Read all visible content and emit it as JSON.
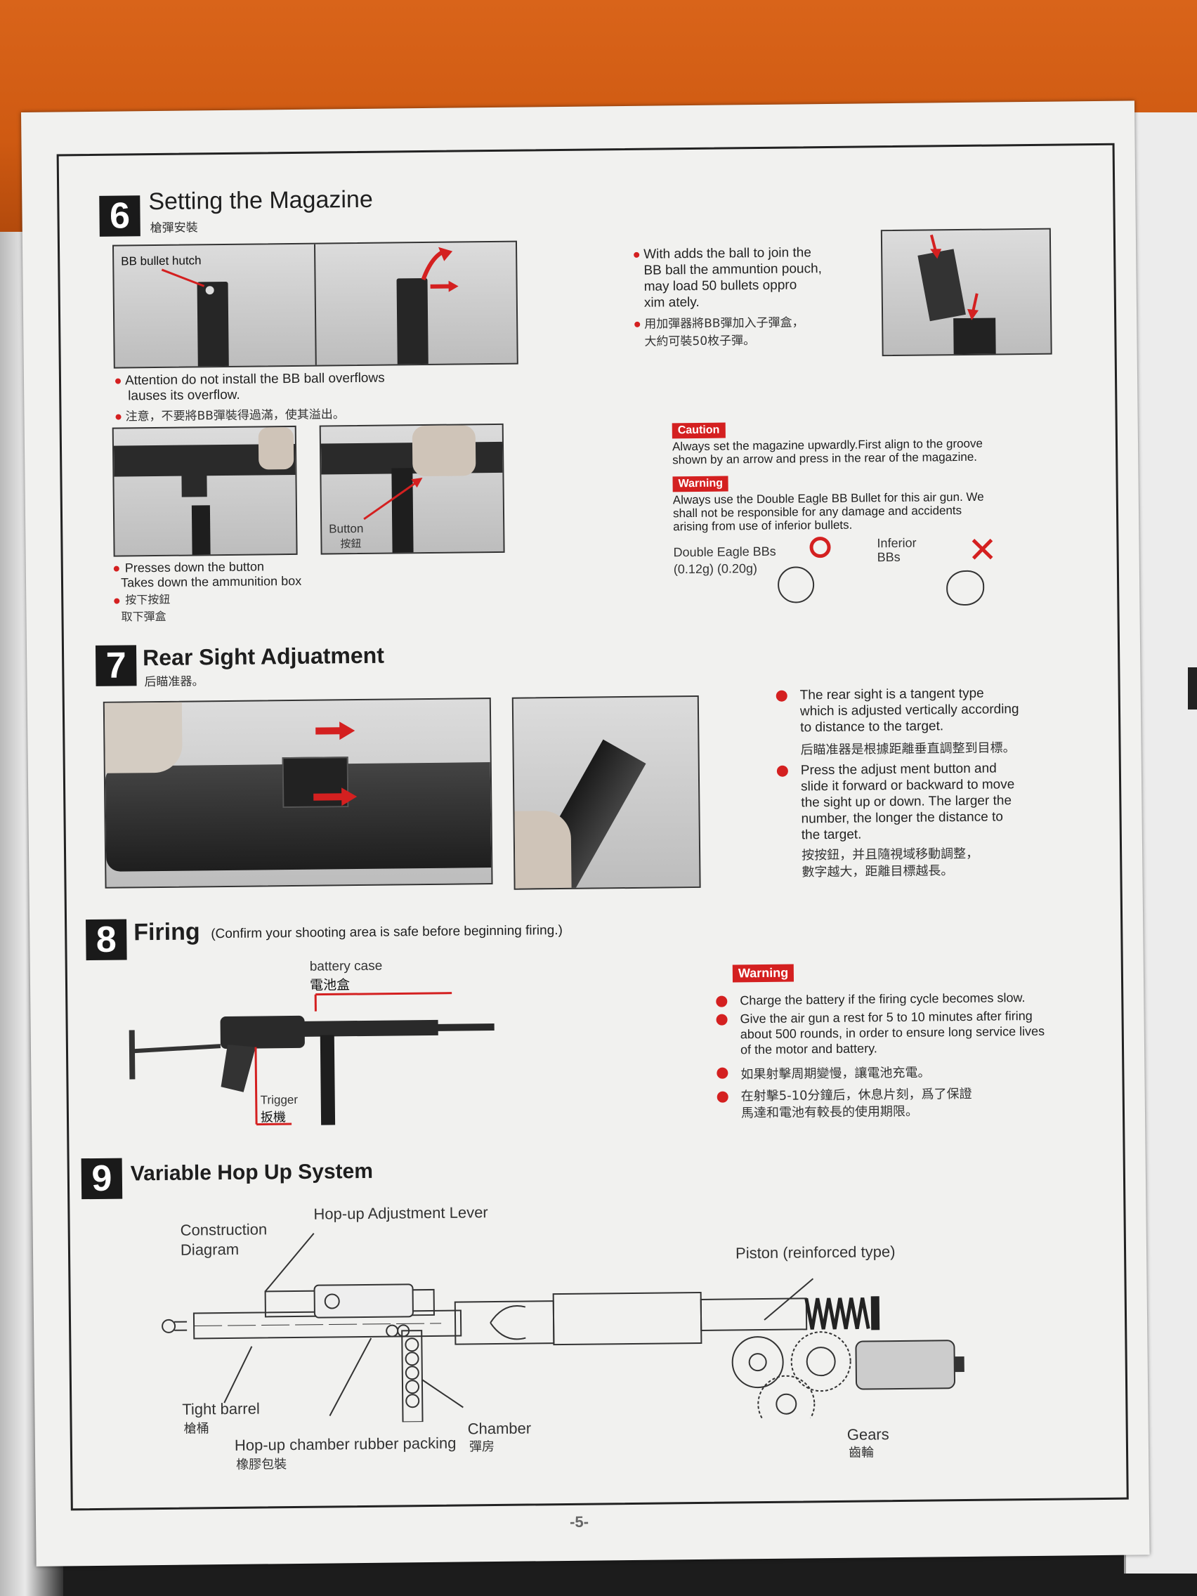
{
  "sec6": {
    "num": "6",
    "title": "Setting the Magazine",
    "zh": "槍彈安裝",
    "hutch_label": "BB bullet hutch",
    "attention_en": "Attention do not install the BB ball overflows",
    "attention_en2": "lauses its overflow.",
    "attention_zh": "注意，不要將BB彈裝得過滿，使其溢出。",
    "load_en": [
      "With adds the ball to join the",
      "BB ball the ammuntion pouch,",
      "may load 50 bullets oppro",
      "xim ately."
    ],
    "load_zh": [
      "用加彈器將BB彈加入子彈盒，",
      "大約可裝50枚子彈。"
    ],
    "button_label": "Button",
    "button_zh": "按鈕",
    "press_en": "Presses down the button",
    "press_en2": "Takes down the ammunition box",
    "press_zh": "按下按鈕",
    "press_zh2": "取下彈盒",
    "caution_badge": "Caution",
    "caution_text": [
      "Always set the magazine upwardly.First align to the groove",
      "shown by an arrow and press in the rear of the magazine."
    ],
    "warning_badge": "Warning",
    "warning_text": [
      "Always use the Double Eagle BB Bullet for this air gun. We",
      "shall not be responsible for any damage and accidents",
      "arising from use of inferior bullets."
    ],
    "good_label": "Double Eagle BBs",
    "good_weights": "(0.12g) (0.20g)",
    "bad_label": [
      "Inferior",
      "BBs"
    ]
  },
  "sec7": {
    "num": "7",
    "title": "Rear Sight Adjuatment",
    "zh": "后瞄准器。",
    "p1": [
      "The rear sight is a tangent type",
      "which is adjusted vertically according",
      "to distance to the target."
    ],
    "p1_zh": "后瞄准器是根據距離垂直調整到目標。",
    "p2": [
      "Press the adjust ment button and",
      "slide it forward or backward to move",
      "the sight up or down. The larger the",
      "number, the longer the distance to",
      "the target."
    ],
    "p2_zh": [
      "按按鈕，并且隨視域移動調整，",
      "數字越大，距離目標越長。"
    ]
  },
  "sec8": {
    "num": "8",
    "title": "Firing",
    "subtitle": "(Confirm your shooting area is safe before beginning firing.)",
    "battery_en": "battery case",
    "battery_zh": "電池盒",
    "trigger_en": "Trigger",
    "trigger_zh": "扳機",
    "warning_badge": "Warning",
    "w1": "Charge the battery if the firing cycle becomes slow.",
    "w2": [
      "Give the air gun a rest for 5 to 10 minutes after firing",
      "about 500 rounds, in order to ensure long service lives",
      "of the motor and battery."
    ],
    "w1_zh": "如果射擊周期變慢，讓電池充電。",
    "w2_zh": [
      "在射擊5-10分鐘后，休息片刻，爲了保證",
      "馬達和電池有較長的使用期限。"
    ]
  },
  "sec9": {
    "num": "9",
    "title": "Variable Hop Up System",
    "construction": [
      "Construction",
      "Diagram"
    ],
    "lever": "Hop-up Adjustment Lever",
    "piston": "Piston (reinforced type)",
    "barrel_en": "Tight barrel",
    "barrel_zh": "槍桶",
    "packing_en": "Hop-up chamber rubber packing",
    "packing_zh": "橡膠包裝",
    "chamber_en": "Chamber",
    "chamber_zh": "彈房",
    "gears_en": "Gears",
    "gears_zh": "齒輪"
  },
  "page_number": "-5-"
}
